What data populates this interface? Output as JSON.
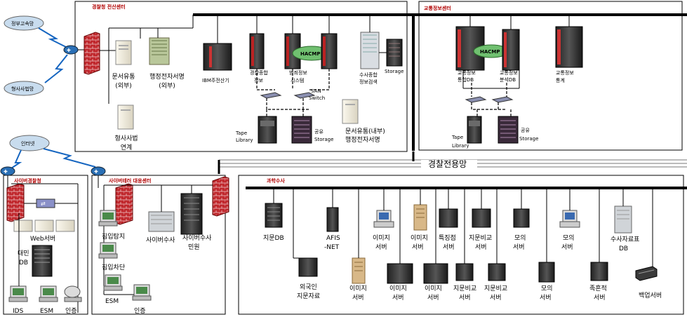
{
  "clouds": {
    "gov_net": "정부고속망",
    "judicial_net": "형사사법망",
    "internet": "인터넷"
  },
  "zones": {
    "hq": "경찰청 전산센터",
    "traffic": "교통정보센터",
    "cyber_hq": "사이버경찰청",
    "cyber_center": "사이버테러 대응센터",
    "forensic": "과학수사",
    "backbone": "경찰전용망"
  },
  "hq": {
    "doc_ext": [
      "문서유통",
      "(외부)"
    ],
    "admin_sign_ext": [
      "행정전자서명",
      "(외부)"
    ],
    "ibm_mainframe": "IBM주전산기",
    "integrated_info": [
      "경찰종합",
      "정보"
    ],
    "crime_info": [
      "범죄정보",
      "시스템"
    ],
    "hacmp": "HACMP",
    "investigation": [
      "수사종합",
      "정보검색"
    ],
    "storage": "Storage",
    "san_switch": [
      "SAN",
      "Switch"
    ],
    "tape_library": [
      "Tape",
      "Library"
    ],
    "shared_storage": [
      "공유",
      "Storage"
    ],
    "doc_internal": [
      "문서유통(내부)",
      "행정전자서명"
    ],
    "judicial_link": [
      "형사사법",
      "연계"
    ]
  },
  "traffic": {
    "server_a": [
      "교통정보",
      "통합DB"
    ],
    "server_b": [
      "교통정보",
      "분석DB"
    ],
    "server_c": [
      "교통정보",
      "통계"
    ],
    "hacmp": "HACMP",
    "tape_library": [
      "Tape",
      "Library"
    ],
    "shared_storage": [
      "공유",
      "Storage"
    ]
  },
  "cyber_hq": {
    "web_server": "Web서버",
    "db": [
      "대민",
      "DB"
    ],
    "ids": "IDS",
    "esm": "ESM",
    "auth": "인증"
  },
  "cyber_center": {
    "intrusion_detect": "침입탐지",
    "intrusion_block": "침입차단",
    "esm": "ESM",
    "auth": "인증",
    "cyber_investigation": "사이버수사",
    "cyber_complaint": [
      "사이버수사",
      "민원"
    ]
  },
  "forensic": {
    "fingerprint_db": "지문DB",
    "afis": [
      "AFIS",
      "-NET"
    ],
    "image_server1": [
      "이미지",
      "서버"
    ],
    "image_server2": [
      "이미지",
      "서버"
    ],
    "feature_server": [
      "특징점",
      "서버"
    ],
    "fp_compare1": [
      "지문비교",
      "서버"
    ],
    "mock_server1": [
      "모의",
      "서버"
    ],
    "mock_server2": [
      "모의",
      "서버"
    ],
    "evidence_db": [
      "수사자료표",
      "DB"
    ],
    "foreign_fp": [
      "외국인",
      "지문자료"
    ],
    "image_server3": [
      "이미지",
      "서버"
    ],
    "image_server4": [
      "이미지",
      "서버"
    ],
    "image_server5": [
      "이미지",
      "서버"
    ],
    "fp_compare2": [
      "지문비교",
      "서버"
    ],
    "fp_compare3": [
      "지문비교",
      "서버"
    ],
    "mock_server3": [
      "모의",
      "서버"
    ],
    "footprint_server": [
      "족흔적",
      "서버"
    ],
    "backup_server": "백업서버"
  }
}
